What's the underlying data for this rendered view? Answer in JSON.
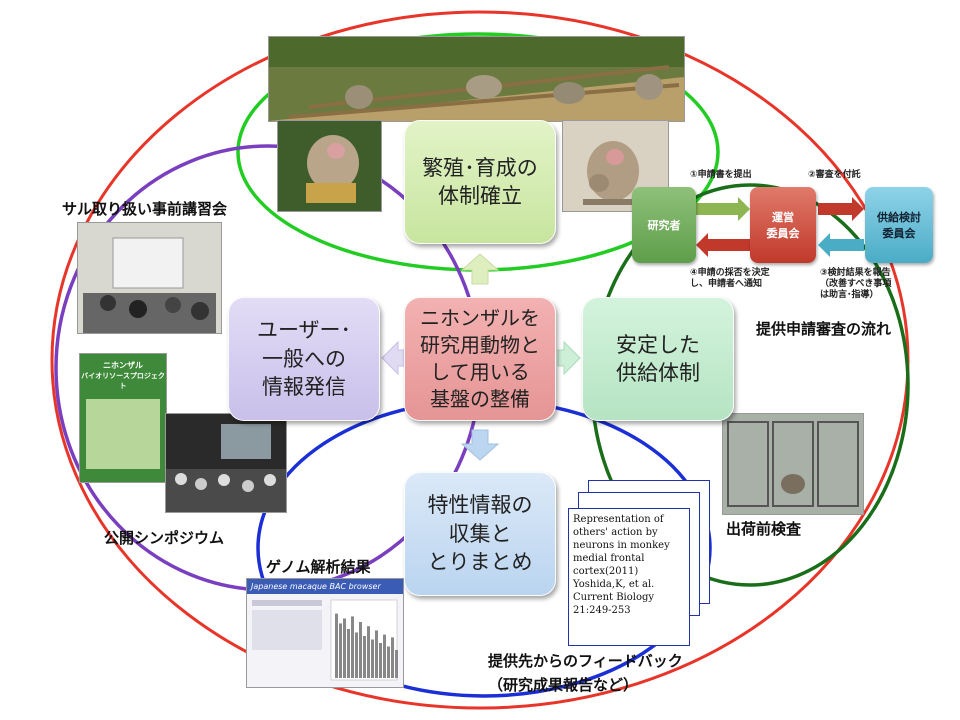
{
  "colors": {
    "outer": "#e8352a",
    "green": "#22cc22",
    "purple": "#7a3fbf",
    "dark_green": "#1a6e1a",
    "blue": "#1a2fd6"
  },
  "center_box": "ニホンザルを\n研究用動物と\nして用いる\n基盤の整備",
  "top_box": "繁殖･育成の\n体制確立",
  "right_box": "安定した\n供給体制",
  "left_box": "ユーザー･\n一般への\n情報発信",
  "bottom_box": "特性情報の\n収集と\nとりまとめ",
  "labels": {
    "lecture": "サル取り扱い事前講習会",
    "symposium": "公開シンポジウム",
    "genome": "ゲノム解析結果",
    "inspection": "出荷前検査",
    "review_flow": "提供申請審査の流れ",
    "feedback_line1": "提供先からのフィードバック",
    "feedback_line2": "（研究成果報告など）"
  },
  "flow": {
    "researcher": "研究者",
    "committee": "運営\n委員会",
    "review_committee": "供給検討\n委員会",
    "step1": "①申請書を提出",
    "step2": "②審査を付託",
    "step3": "③検討結果を報告\n（改善すべき事項\nは助言･指導）",
    "step4": "④申請の採否を決定\nし、申請者へ通知"
  },
  "paper_text": "Representation of\nothers' action by\nneurons in monkey\nmedial frontal\ncortex(2011)\nYoshida,K, et al.\nCurrent Biology\n21:249-253",
  "poster": {
    "line1": "ニホンザル",
    "line2": "バイオリソースプロジェクト"
  },
  "browser_title": "Japanese macaque BAC browser",
  "genome_bars": [
    0.92,
    0.78,
    0.85,
    0.7,
    0.88,
    0.65,
    0.8,
    0.6,
    0.74,
    0.55,
    0.68,
    0.5,
    0.62,
    0.45,
    0.58,
    0.4
  ]
}
